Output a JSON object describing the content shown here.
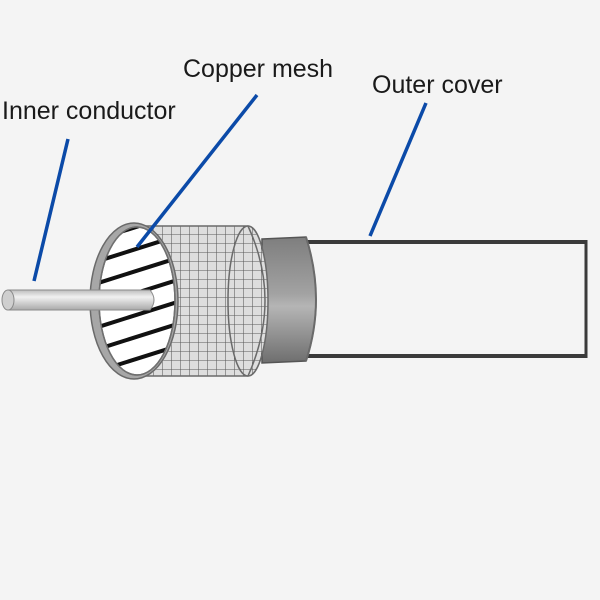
{
  "labels": {
    "inner_conductor": "Inner conductor",
    "copper_mesh": "Copper mesh",
    "outer_cover": "Outer cover"
  },
  "colors": {
    "background": "#f4f4f4",
    "leader_line": "#0b4aa8",
    "outline": "#2f2f2f",
    "mesh": "#5a5a5a",
    "insulator": "#a8a8a8",
    "jacket": "#8f8f8f",
    "conductor": "#dcdcdc"
  },
  "icons": {
    "mesh_cylinder": "braided-mesh-shield",
    "inner_wire": "solid-core-wire",
    "outer_sleeve": "outer-jacket-tube"
  }
}
